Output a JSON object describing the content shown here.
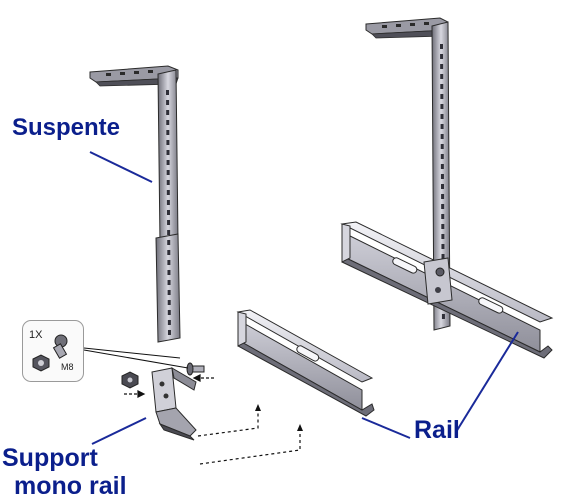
{
  "labels": {
    "suspente": "Suspente",
    "rail": "Rail",
    "support_line1": "Support",
    "support_line2": "mono rail"
  },
  "hardware_kit": {
    "quantity": "1X",
    "bolt_size": "M8"
  },
  "colors": {
    "callout_text": "#0b1f8c",
    "leader_line": "#1a2a9a",
    "metal_light": "#e8e8ee",
    "metal_mid": "#b4b4c0",
    "metal_dark": "#55555f",
    "outline": "#2b2b2b"
  }
}
